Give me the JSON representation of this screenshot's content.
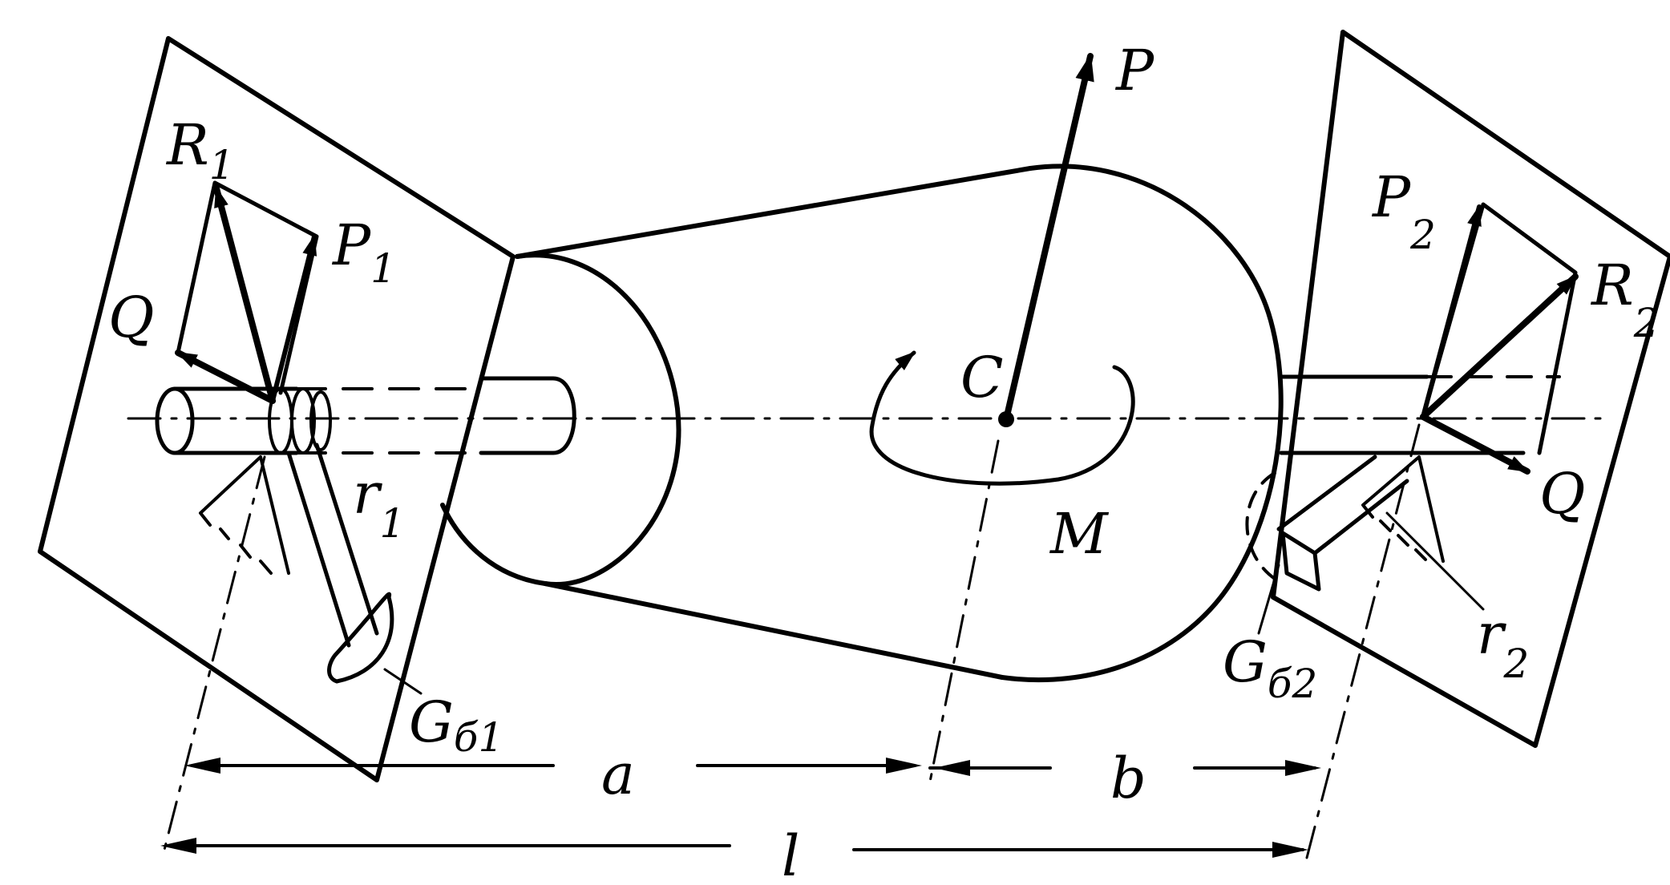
{
  "labels": {
    "P": "P",
    "C": "C",
    "M": "M",
    "R1": "R",
    "R1_sub": "1",
    "P1": "P",
    "P1_sub": "1",
    "Q_left": "Q",
    "r1": "r",
    "r1_sub": "1",
    "Gb1": "G",
    "Gb1_sub": "б1",
    "P2": "P",
    "P2_sub": "2",
    "R2": "R",
    "R2_sub": "2",
    "Q_right": "Q",
    "r2": "r",
    "r2_sub": "2",
    "Gb2": "G",
    "Gb2_sub": "б2",
    "dim_a": "a",
    "dim_b": "b",
    "dim_l": "l"
  }
}
